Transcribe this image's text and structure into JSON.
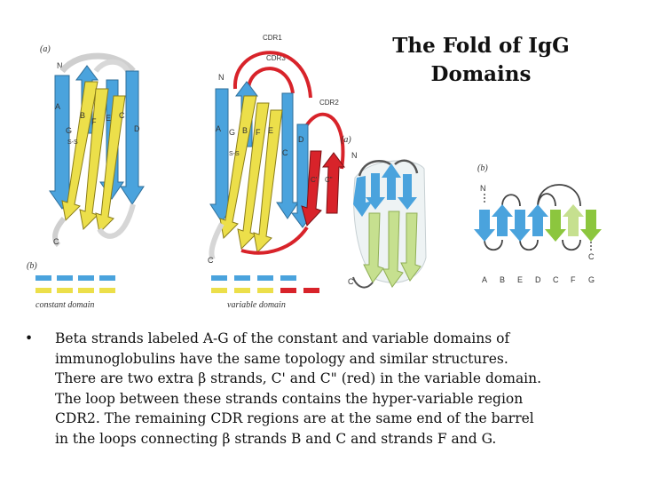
{
  "slide": {
    "title_lines": [
      "The Fold of IgG",
      "Domains"
    ],
    "bullet_marker": "•",
    "bullet_lines": [
      "Beta strands labeled A-G of the constant and variable domains of",
      "immunoglobulins have the same topology and similar structures.",
      "There are two extra β strands, C' and C\" (red) in the variable domain.",
      "The loop between these strands contains the hyper-variable region",
      "CDR2. The remaining CDR regions are at the same end of the barrel",
      "in the loops connecting β strands B and C and strands F and G."
    ]
  },
  "figure_left": {
    "panel_a": "(a)",
    "panel_b": "(b)",
    "n_term": "N",
    "c_term": "C",
    "constant_strands": [
      "A",
      "G",
      "B",
      "F",
      "E",
      "C",
      "D"
    ],
    "variable_strands": [
      "A",
      "G",
      "B",
      "F",
      "E",
      "C",
      "D",
      "C'",
      "C\""
    ],
    "ss_label": "S-S",
    "cdr_labels": [
      "CDR1",
      "CDR3",
      "CDR2"
    ],
    "constant_caption": "constant domain",
    "variable_caption": "variable domain"
  },
  "figure_right": {
    "panel_a": "(a)",
    "panel_b": "(b)",
    "n_term": "N",
    "c_term": "C",
    "topology_letters": [
      "A",
      "B",
      "E",
      "D",
      "C",
      "F",
      "G"
    ]
  },
  "colors": {
    "blue": "#4aa3dd",
    "yellow": "#ecdf4a",
    "red": "#d8232a",
    "light_green": "#b8d98a",
    "green": "#8cc63e",
    "loop": "#d9d9d9"
  }
}
